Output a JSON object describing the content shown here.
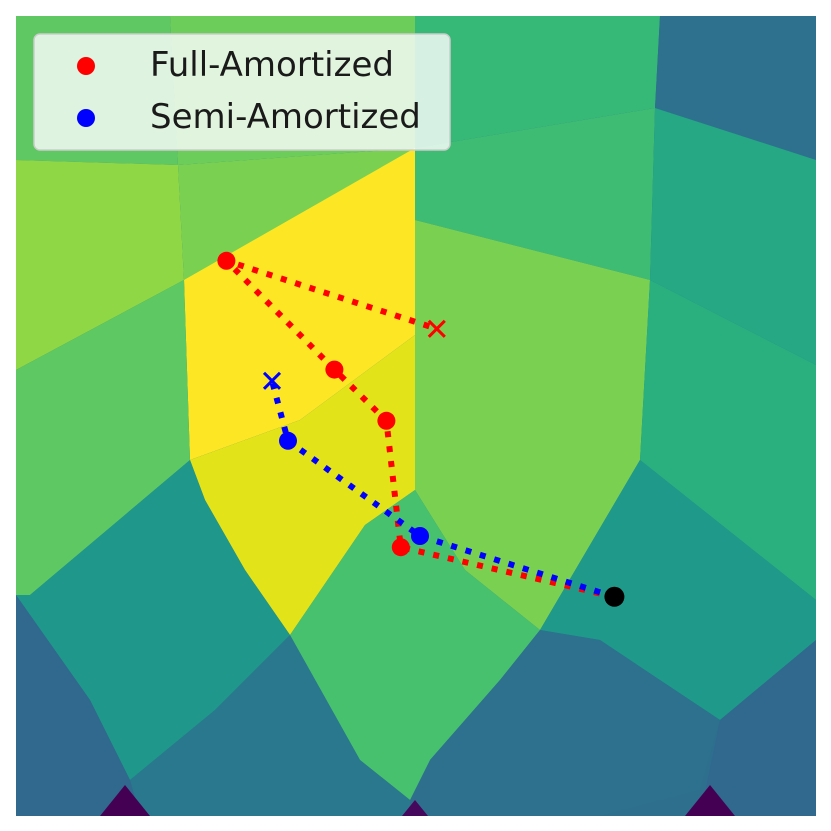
{
  "chart_data": {
    "type": "scatter",
    "xlim": [
      0,
      1
    ],
    "ylim": [
      0,
      1
    ],
    "axes_visible": false,
    "grid": false,
    "background": "voronoi-like piecewise regions colored with a viridis colormap",
    "legend": {
      "placement": "top-left",
      "entries": [
        {
          "label": "Full-Amortized",
          "color": "#ff0000",
          "marker": "circle"
        },
        {
          "label": "Semi-Amortized",
          "color": "#0000ff",
          "marker": "circle"
        }
      ]
    },
    "start_point": {
      "x": 0.748,
      "y": 0.274,
      "color": "#000000",
      "marker": "circle"
    },
    "series": [
      {
        "name": "Full-Amortized",
        "color": "#ff0000",
        "linestyle": "dotted",
        "points": [
          {
            "x": 0.748,
            "y": 0.274,
            "marker": "start"
          },
          {
            "x": 0.481,
            "y": 0.336,
            "marker": "circle"
          },
          {
            "x": 0.463,
            "y": 0.494,
            "marker": "circle"
          },
          {
            "x": 0.398,
            "y": 0.558,
            "marker": "circle"
          },
          {
            "x": 0.263,
            "y": 0.694,
            "marker": "circle"
          },
          {
            "x": 0.526,
            "y": 0.609,
            "marker": "x"
          }
        ]
      },
      {
        "name": "Semi-Amortized",
        "color": "#0000ff",
        "linestyle": "dotted",
        "points": [
          {
            "x": 0.748,
            "y": 0.274,
            "marker": "start"
          },
          {
            "x": 0.505,
            "y": 0.35,
            "marker": "circle"
          },
          {
            "x": 0.34,
            "y": 0.469,
            "marker": "circle"
          },
          {
            "x": 0.32,
            "y": 0.544,
            "marker": "x"
          }
        ]
      }
    ]
  },
  "colors": {
    "viridis_dark_purple": "#440154",
    "viridis_blue": "#31688e",
    "viridis_teal": "#21918c",
    "viridis_green": "#35b779",
    "viridis_light_green": "#5ec962",
    "viridis_lime": "#90d743",
    "viridis_yellow": "#fde725"
  }
}
